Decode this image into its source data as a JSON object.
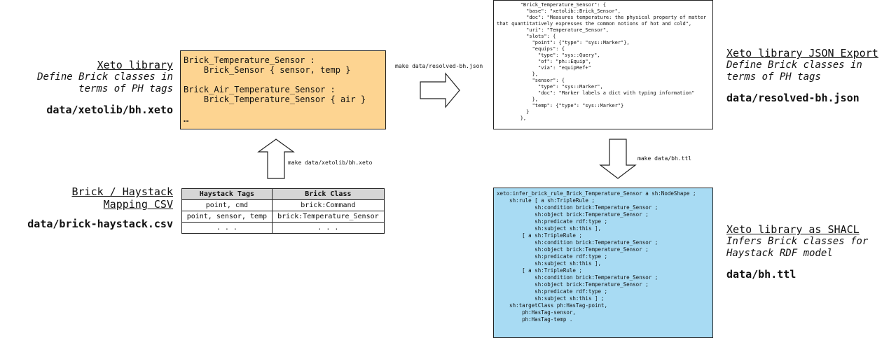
{
  "xeto_library": {
    "title": "Xeto library",
    "desc_lines": [
      "Define Brick classes in",
      "terms of PH tags"
    ],
    "path": "data/xetolib/bh.xeto",
    "code_lines": [
      "Brick_Temperature_Sensor :",
      "    Brick_Sensor { sensor, temp }",
      "",
      "Brick_Air_Temperature_Sensor :",
      "    Brick_Temperature_Sensor { air }",
      "",
      "…"
    ]
  },
  "mapping": {
    "title_lines": [
      "Brick / Haystack",
      "Mapping CSV"
    ],
    "path": "data/brick-haystack.csv",
    "headers": [
      "Haystack Tags",
      "Brick Class"
    ],
    "rows": [
      [
        "point, cmd",
        "brick:Command"
      ],
      [
        "point, sensor, temp",
        "brick:Temperature_Sensor"
      ],
      [
        ". . .",
        ". . ."
      ]
    ]
  },
  "json_export": {
    "title": "Xeto library JSON Export",
    "desc_lines": [
      "Define Brick classes in",
      "terms of PH tags"
    ],
    "path": "data/resolved-bh.json",
    "code_lines": [
      "        \"Brick_Temperature_Sensor\": {",
      "          \"base\": \"xetolib::Brick_Sensor\",",
      "          \"doc\": \"Measures temperature: the physical property of matter",
      "that quantitatively expresses the common notions of hot and cold\",",
      "          \"uri\": \"Temperature_Sensor\",",
      "          \"slots\": {",
      "            \"point\": {\"type\": \"sys::Marker\"},",
      "            \"equips\": {",
      "              \"type\": \"sys::Query\",",
      "              \"of\": \"ph::Equip\",",
      "              \"via\": \"equipRef+\"",
      "            },",
      "            \"sensor\": {",
      "              \"type\": \"sys::Marker\",",
      "              \"doc\": \"Marker labels a dict with typing information\"",
      "            },",
      "            \"temp\": {\"type\": \"sys::Marker\"}",
      "          }",
      "        },"
    ]
  },
  "shacl": {
    "title": "Xeto library as SHACL",
    "desc_lines": [
      "Infers Brick classes for",
      "Haystack RDF model"
    ],
    "path": "data/bh.ttl",
    "code_lines": [
      "xeto:infer_brick_rule_Brick_Temperature_Sensor a sh:NodeShape ;",
      "    sh:rule [ a sh:TripleRule ;",
      "            sh:condition brick:Temperature_Sensor ;",
      "            sh:object brick:Temperature_Sensor ;",
      "            sh:predicate rdf:type ;",
      "            sh:subject sh:this ],",
      "        [ a sh:TripleRule ;",
      "            sh:condition brick:Temperature_Sensor ;",
      "            sh:object brick:Temperature_Sensor ;",
      "            sh:predicate rdf:type ;",
      "            sh:subject sh:this ],",
      "        [ a sh:TripleRule ;",
      "            sh:condition brick:Temperature_Sensor ;",
      "            sh:object brick:Temperature_Sensor ;",
      "            sh:predicate rdf:type ;",
      "            sh:subject sh:this ] ;",
      "    sh:targetClass ph:HasTag-point,",
      "        ph:HasTag-sensor,",
      "        ph:HasTag-temp ."
    ]
  },
  "commands": {
    "make_xeto": "make data/xetolib/bh.xeto",
    "make_json": "make data/resolved-bh.json",
    "make_ttl": "make data/bh.ttl"
  },
  "colors": {
    "xeto_box": "#fdd491",
    "shacl_box": "#a8dbf3",
    "table_header": "#d6d6d6"
  }
}
